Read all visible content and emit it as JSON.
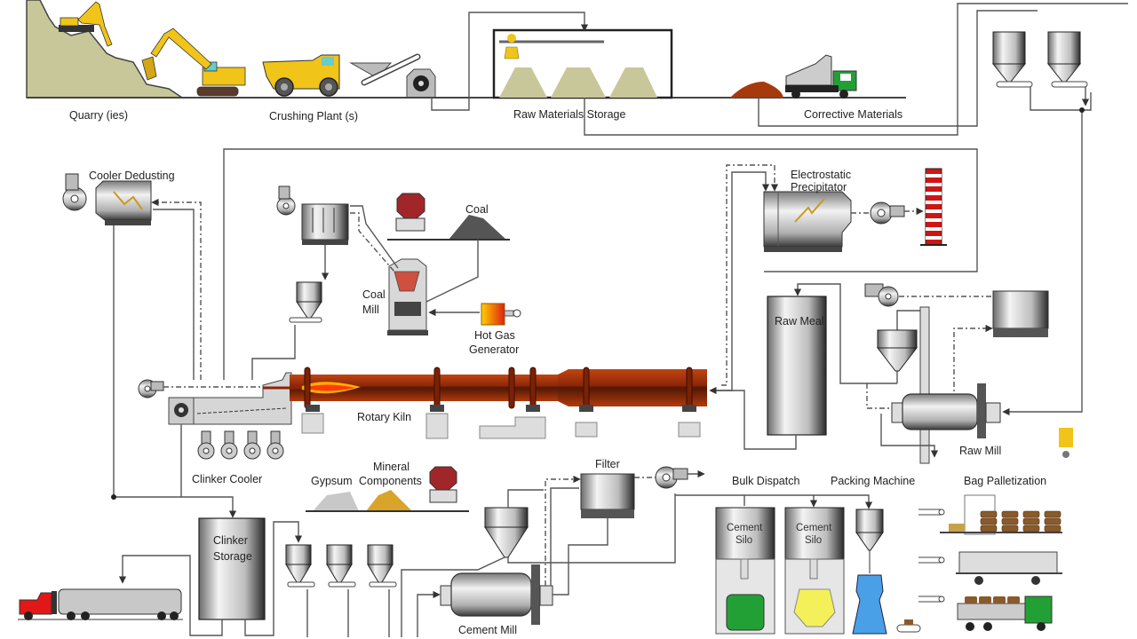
{
  "title": "Cement Manufacturing Process",
  "labels": {
    "quarry": "Quarry (ies)",
    "crushing_plant": "Crushing Plant (s)",
    "raw_materials_storage": "Raw Materials Storage",
    "corrective_materials": "Corrective Materials",
    "cooler_dedusting": "Cooler Dedusting",
    "coal": "Coal",
    "coal_mill_1": "Coal",
    "coal_mill_2": "Mill",
    "hot_gas_1": "Hot Gas",
    "hot_gas_2": "Generator",
    "esp_1": "Electrostatic",
    "esp_2": "Precipitator",
    "raw_meal": "Raw Meal",
    "rotary_kiln": "Rotary Kiln",
    "raw_mill": "Raw Mill",
    "clinker_cooler": "Clinker Cooler",
    "gypsum": "Gypsum",
    "mineral_1": "Mineral",
    "mineral_2": "Components",
    "filter": "Filter",
    "bulk_dispatch": "Bulk Dispatch",
    "packing_machine": "Packing Machine",
    "bag_palletization": "Bag Palletization",
    "clinker_storage_1": "Clinker",
    "clinker_storage_2": "Storage",
    "cement_silo_1": "Cement",
    "cement_silo_2": "Silo",
    "cement_mill": "Cement Mill"
  },
  "colors": {
    "kiln": "#9a2e0c",
    "kiln_dark": "#5a1a06",
    "flame_outer": "#ffb000",
    "flame_inner": "#ff3a10",
    "quarry_rock": "#c8c79a",
    "machine_yellow": "#f0c419",
    "steel": "#b8b8b8",
    "hopper_red": "#a0262a",
    "corrective_pile": "#a63a0c",
    "truck_green": "#22a035",
    "truck_red": "#e01818",
    "coal_pile": "#555555",
    "gypsum_pile": "#c8c8c8",
    "mineral_pile": "#d9a42a",
    "tanker_yellow": "#f4f05a",
    "packer_blue": "#4aa0e6",
    "stack_red": "#d01515",
    "bag_brown": "#8a5a2a"
  }
}
